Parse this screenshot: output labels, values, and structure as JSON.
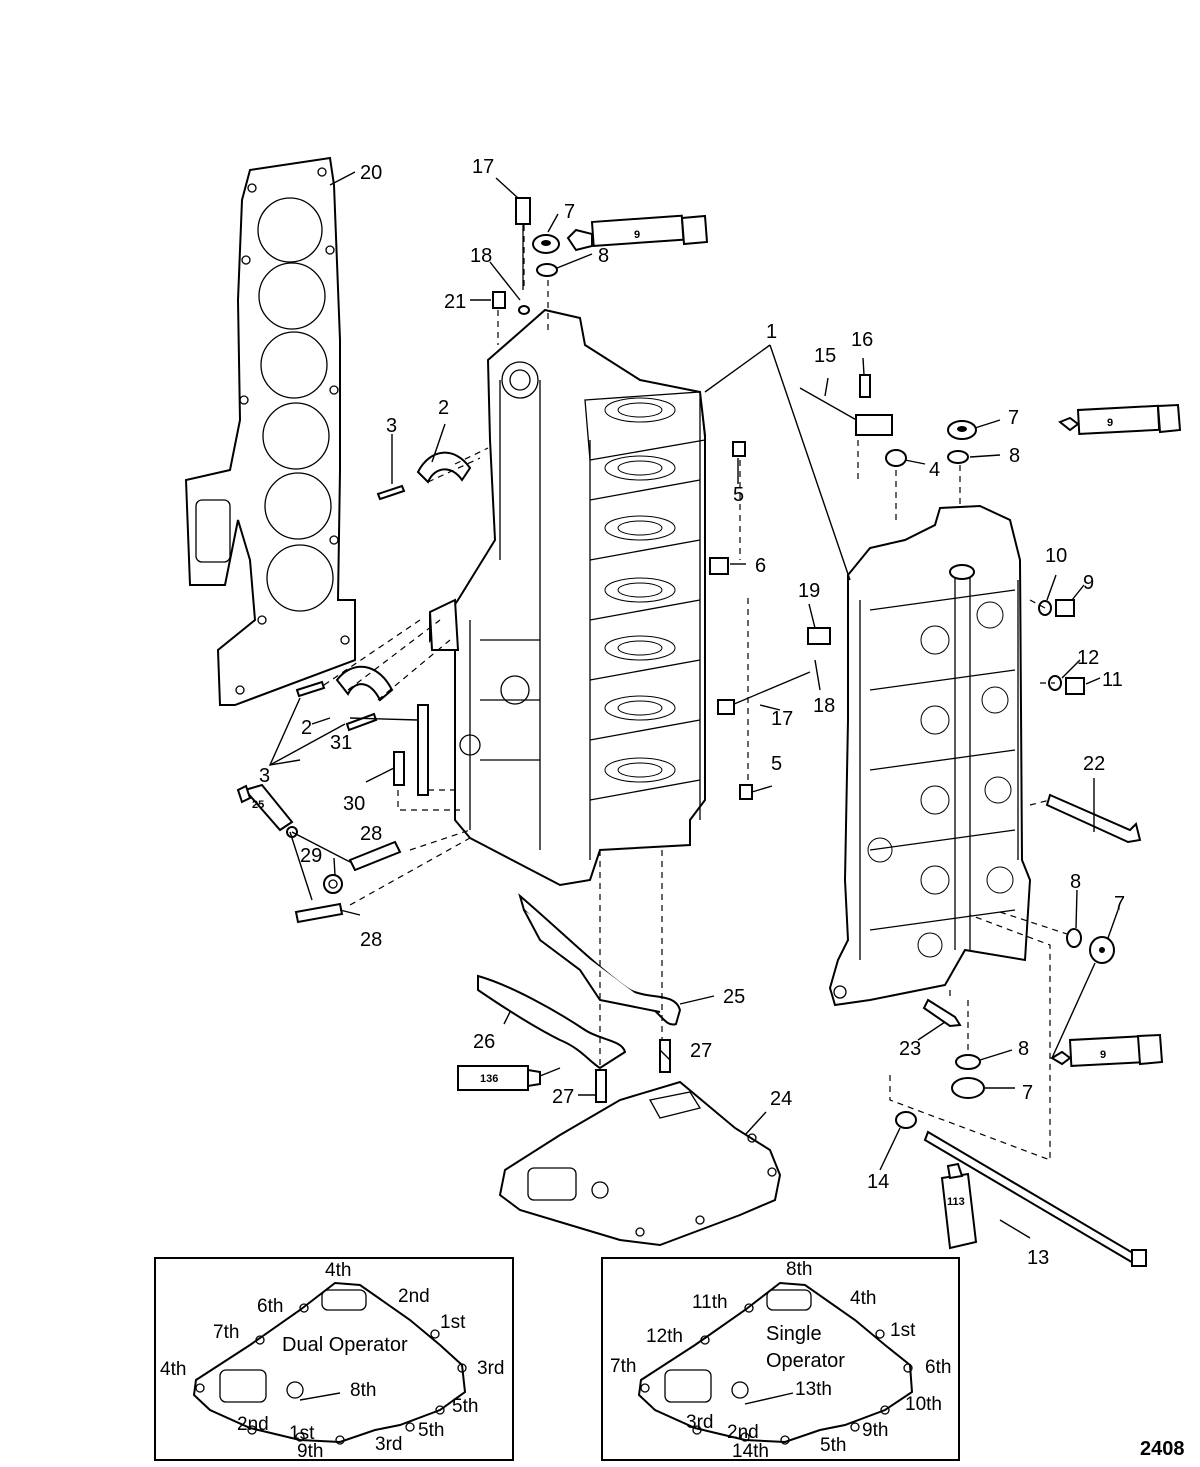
{
  "figure_number": "2408",
  "callouts": {
    "c1": "1",
    "c2a": "2",
    "c2b": "2",
    "c3a": "3",
    "c3b": "3",
    "c4": "4",
    "c5a": "5",
    "c5b": "5",
    "c6": "6",
    "c7a": "7",
    "c7b": "7",
    "c7c": "7",
    "c7d": "7",
    "c8a": "8",
    "c8b": "8",
    "c8c": "8",
    "c8d": "8",
    "c9a": "9",
    "c10": "10",
    "c11": "11",
    "c12": "12",
    "c13": "13",
    "c14": "14",
    "c15": "15",
    "c16": "16",
    "c17a": "17",
    "c17b": "17",
    "c18a": "18",
    "c18b": "18",
    "c19": "19",
    "c20": "20",
    "c21": "21",
    "c22": "22",
    "c23": "23",
    "c24": "24",
    "c25": "25",
    "c26": "26",
    "c27a": "27",
    "c27b": "27",
    "c28a": "28",
    "c28b": "28",
    "c29": "29",
    "c30": "30",
    "c31": "31"
  },
  "sealant_tubes": {
    "t9a": "9",
    "t9b": "9",
    "t9c": "9",
    "t25": "25",
    "t136": "136",
    "t113": "113"
  },
  "inset_dual": {
    "title": "Dual Operator",
    "labels": {
      "l4th_top": "4th",
      "l2nd_top": "2nd",
      "l6th": "6th",
      "l1st_right": "1st",
      "l7th": "7th",
      "l3rd_right": "3rd",
      "l4th_left": "4th",
      "l8th": "8th",
      "l5th_right": "5th",
      "l2nd_bottom": "2nd",
      "l1st_bottom": "1st",
      "l5th_bottom": "5th",
      "l9th": "9th",
      "l3rd_bottom": "3rd"
    }
  },
  "inset_single": {
    "title_line1": "Single",
    "title_line2": "Operator",
    "labels": {
      "l8th": "8th",
      "l11th": "11th",
      "l4th": "4th",
      "l1st": "1st",
      "l12th": "12th",
      "l7th": "7th",
      "l6th": "6th",
      "l13th": "13th",
      "l10th": "10th",
      "l3rd": "3rd",
      "l2nd": "2nd",
      "l9th": "9th",
      "l14th": "14th",
      "l5th": "5th"
    }
  }
}
